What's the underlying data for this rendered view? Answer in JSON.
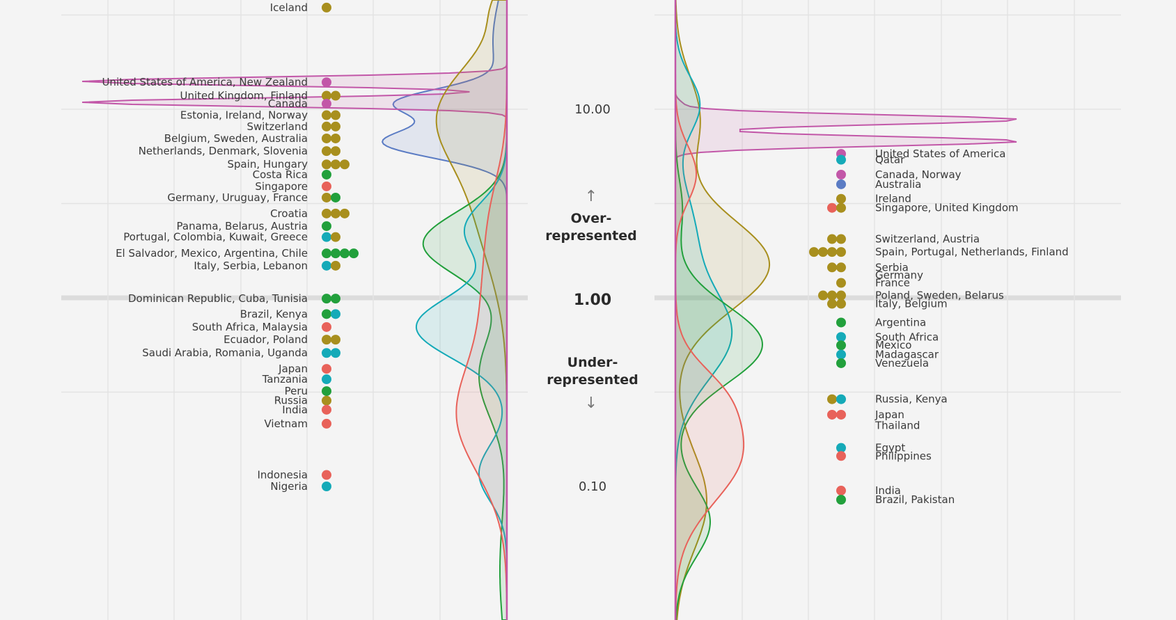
{
  "colors": {
    "background": "#f4f4f4",
    "grid": "#e3e3e3",
    "grid_strong": "#dcdcdc",
    "red": "#e8625a",
    "olive": "#a88f1e",
    "green": "#22a03c",
    "teal": "#15aab8",
    "blue": "#5b7cc4",
    "magenta": "#c257a8"
  },
  "annotations": {
    "up_arrow": "↑",
    "over": [
      "Over-",
      "represented"
    ],
    "under": [
      "Under-",
      "represented"
    ],
    "down_arrow": "↓"
  },
  "chart_data": [
    {
      "type": "scatter",
      "scale": "log",
      "y_ticks": [
        "10.00",
        "1.00",
        "0.10"
      ],
      "y_tick_values": [
        10,
        1,
        0.1
      ],
      "points": [
        {
          "label": "Iceland",
          "y": 34.6,
          "dots": [
            "olive"
          ]
        },
        {
          "label": "United States of America, New Zealand",
          "y": 13.9,
          "dots": [
            "magenta"
          ]
        },
        {
          "label": "United Kingdom, Finland",
          "y": 11.8,
          "dots": [
            "olive",
            "olive"
          ]
        },
        {
          "label": "Canada",
          "y": 10.7,
          "dots": [
            "magenta"
          ]
        },
        {
          "label": "Estonia, Ireland, Norway",
          "y": 9.3,
          "dots": [
            "olive",
            "olive"
          ]
        },
        {
          "label": "Switzerland",
          "y": 8.1,
          "dots": [
            "olive",
            "olive"
          ]
        },
        {
          "label": "Belgium, Sweden, Australia",
          "y": 7.0,
          "dots": [
            "olive",
            "olive"
          ]
        },
        {
          "label": "Netherlands, Denmark, Slovenia",
          "y": 6.0,
          "dots": [
            "olive",
            "olive"
          ]
        },
        {
          "label": "Spain, Hungary",
          "y": 5.1,
          "dots": [
            "olive",
            "olive",
            "olive"
          ]
        },
        {
          "label": "Costa Rica",
          "y": 4.5,
          "dots": [
            "green"
          ]
        },
        {
          "label": "Singapore",
          "y": 3.9,
          "dots": [
            "red"
          ]
        },
        {
          "label": "Germany, Uruguay, France",
          "y": 3.4,
          "dots": [
            "olive",
            "green"
          ]
        },
        {
          "label": "Croatia",
          "y": 2.8,
          "dots": [
            "olive",
            "olive",
            "olive"
          ]
        },
        {
          "label": "Panama, Belarus, Austria",
          "y": 2.4,
          "dots": [
            "green"
          ]
        },
        {
          "label": "Portugal, Colombia, Kuwait, Greece",
          "y": 2.1,
          "dots": [
            "teal",
            "olive"
          ]
        },
        {
          "label": "El Salvador, Mexico, Argentina, Chile",
          "y": 1.72,
          "dots": [
            "green",
            "green",
            "green",
            "green"
          ]
        },
        {
          "label": "Italy, Serbia, Lebanon",
          "y": 1.48,
          "dots": [
            "teal",
            "olive"
          ]
        },
        {
          "label": "Dominican Republic, Cuba, Tunisia",
          "y": 0.99,
          "dots": [
            "green",
            "green"
          ]
        },
        {
          "label": "Brazil, Kenya",
          "y": 0.82,
          "dots": [
            "green",
            "teal"
          ]
        },
        {
          "label": "South Africa, Malaysia",
          "y": 0.7,
          "dots": [
            "red"
          ]
        },
        {
          "label": "Ecuador, Poland",
          "y": 0.6,
          "dots": [
            "olive",
            "olive"
          ]
        },
        {
          "label": "Saudi Arabia, Romania, Uganda",
          "y": 0.51,
          "dots": [
            "teal",
            "teal"
          ]
        },
        {
          "label": "Japan",
          "y": 0.42,
          "dots": [
            "red"
          ]
        },
        {
          "label": "Tanzania",
          "y": 0.37,
          "dots": [
            "teal"
          ]
        },
        {
          "label": "Peru",
          "y": 0.32,
          "dots": [
            "green"
          ]
        },
        {
          "label": "Russia",
          "y": 0.285,
          "dots": [
            "olive"
          ]
        },
        {
          "label": "India",
          "y": 0.255,
          "dots": [
            "red"
          ]
        },
        {
          "label": "Vietnam",
          "y": 0.215,
          "dots": [
            "red"
          ]
        },
        {
          "label": "Indonesia",
          "y": 0.115,
          "dots": [
            "red"
          ]
        },
        {
          "label": "Nigeria",
          "y": 0.1,
          "dots": [
            "teal"
          ]
        }
      ]
    },
    {
      "type": "scatter",
      "scale": "log",
      "y_ticks": [
        "10.00",
        "1.00",
        "0.10"
      ],
      "y_tick_values": [
        10,
        1,
        0.1
      ],
      "points": [
        {
          "label": "United States of America",
          "y": 5.8,
          "dots": [
            "magenta"
          ]
        },
        {
          "label": "Qatar",
          "y": 5.4,
          "dots": [
            "teal"
          ]
        },
        {
          "label": "Canada, Norway",
          "y": 4.5,
          "dots": [
            "magenta"
          ]
        },
        {
          "label": "Australia",
          "y": 4.0,
          "dots": [
            "blue"
          ]
        },
        {
          "label": "Ireland",
          "y": 3.35,
          "dots": [
            "olive"
          ]
        },
        {
          "label": "Singapore, United Kingdom",
          "y": 3.0,
          "dots": [
            "red",
            "olive"
          ]
        },
        {
          "label": "Switzerland, Austria",
          "y": 2.05,
          "dots": [
            "olive",
            "olive"
          ]
        },
        {
          "label": "Spain, Portugal, Netherlands, Finland",
          "y": 1.75,
          "dots": [
            "olive",
            "olive",
            "olive",
            "olive"
          ]
        },
        {
          "label": "Serbia",
          "y": 1.45,
          "dots": [
            "olive",
            "olive"
          ]
        },
        {
          "label": "Germany",
          "y": 1.32,
          "dots": []
        },
        {
          "label": "France",
          "y": 1.2,
          "dots": [
            "olive"
          ]
        },
        {
          "label": "Poland, Sweden, Belarus",
          "y": 1.03,
          "dots": [
            "olive",
            "olive",
            "olive"
          ]
        },
        {
          "label": "Italy, Belgium",
          "y": 0.93,
          "dots": [
            "olive",
            "olive"
          ]
        },
        {
          "label": "Argentina",
          "y": 0.74,
          "dots": [
            "green"
          ]
        },
        {
          "label": "South Africa",
          "y": 0.62,
          "dots": [
            "teal"
          ]
        },
        {
          "label": "Mexico",
          "y": 0.56,
          "dots": [
            "green"
          ]
        },
        {
          "label": "Madagascar",
          "y": 0.5,
          "dots": [
            "teal"
          ]
        },
        {
          "label": "Venezuela",
          "y": 0.45,
          "dots": [
            "green"
          ]
        },
        {
          "label": "Russia, Kenya",
          "y": 0.29,
          "dots": [
            "olive",
            "teal"
          ]
        },
        {
          "label": "Japan",
          "y": 0.24,
          "dots": [
            "red",
            "red"
          ]
        },
        {
          "label": "Thailand",
          "y": 0.21,
          "dots": []
        },
        {
          "label": "Egypt",
          "y": 0.16,
          "dots": [
            "teal"
          ]
        },
        {
          "label": "Philippines",
          "y": 0.145,
          "dots": [
            "red"
          ]
        },
        {
          "label": "India",
          "y": 0.095,
          "dots": [
            "red"
          ]
        },
        {
          "label": "Brazil, Pakistan",
          "y": 0.085,
          "dots": [
            "green"
          ]
        }
      ]
    }
  ]
}
